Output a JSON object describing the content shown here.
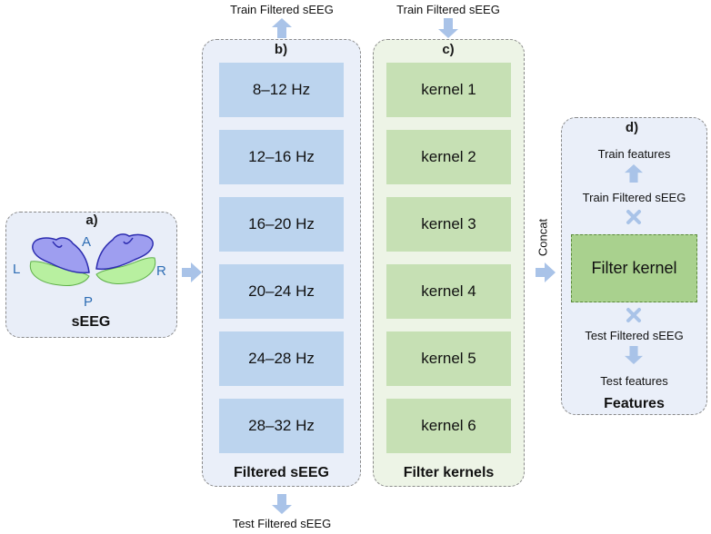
{
  "panel_a": {
    "tag": "a)",
    "caption": "sEEG",
    "labels": {
      "anterior": "A",
      "posterior": "P",
      "left": "L",
      "right": "R"
    }
  },
  "panel_b": {
    "tag": "b)",
    "caption": "Filtered sEEG",
    "bands": [
      "8–12 Hz",
      "12–16 Hz",
      "16–20 Hz",
      "20–24 Hz",
      "24–28 Hz",
      "28–32 Hz"
    ],
    "top_output": "Train Filtered sEEG",
    "bottom_output": "Test Filtered sEEG"
  },
  "panel_c": {
    "tag": "c)",
    "caption": "Filter kernels",
    "kernels": [
      "kernel 1",
      "kernel 2",
      "kernel 3",
      "kernel 4",
      "kernel 5",
      "kernel 6"
    ],
    "top_input": "Train Filtered sEEG"
  },
  "concat_label": "Concat",
  "panel_d": {
    "tag": "d)",
    "caption": "Features",
    "train_features": "Train features",
    "train_filtered": "Train Filtered sEEG",
    "filter_kernel": "Filter kernel",
    "test_filtered": "Test Filtered sEEG",
    "test_features": "Test features"
  },
  "colors": {
    "band_fill": "#bcd4ee",
    "kernel_fill": "#c6e0b4",
    "arrow": "#a9c3e8",
    "label_blue": "#2e6db4"
  }
}
